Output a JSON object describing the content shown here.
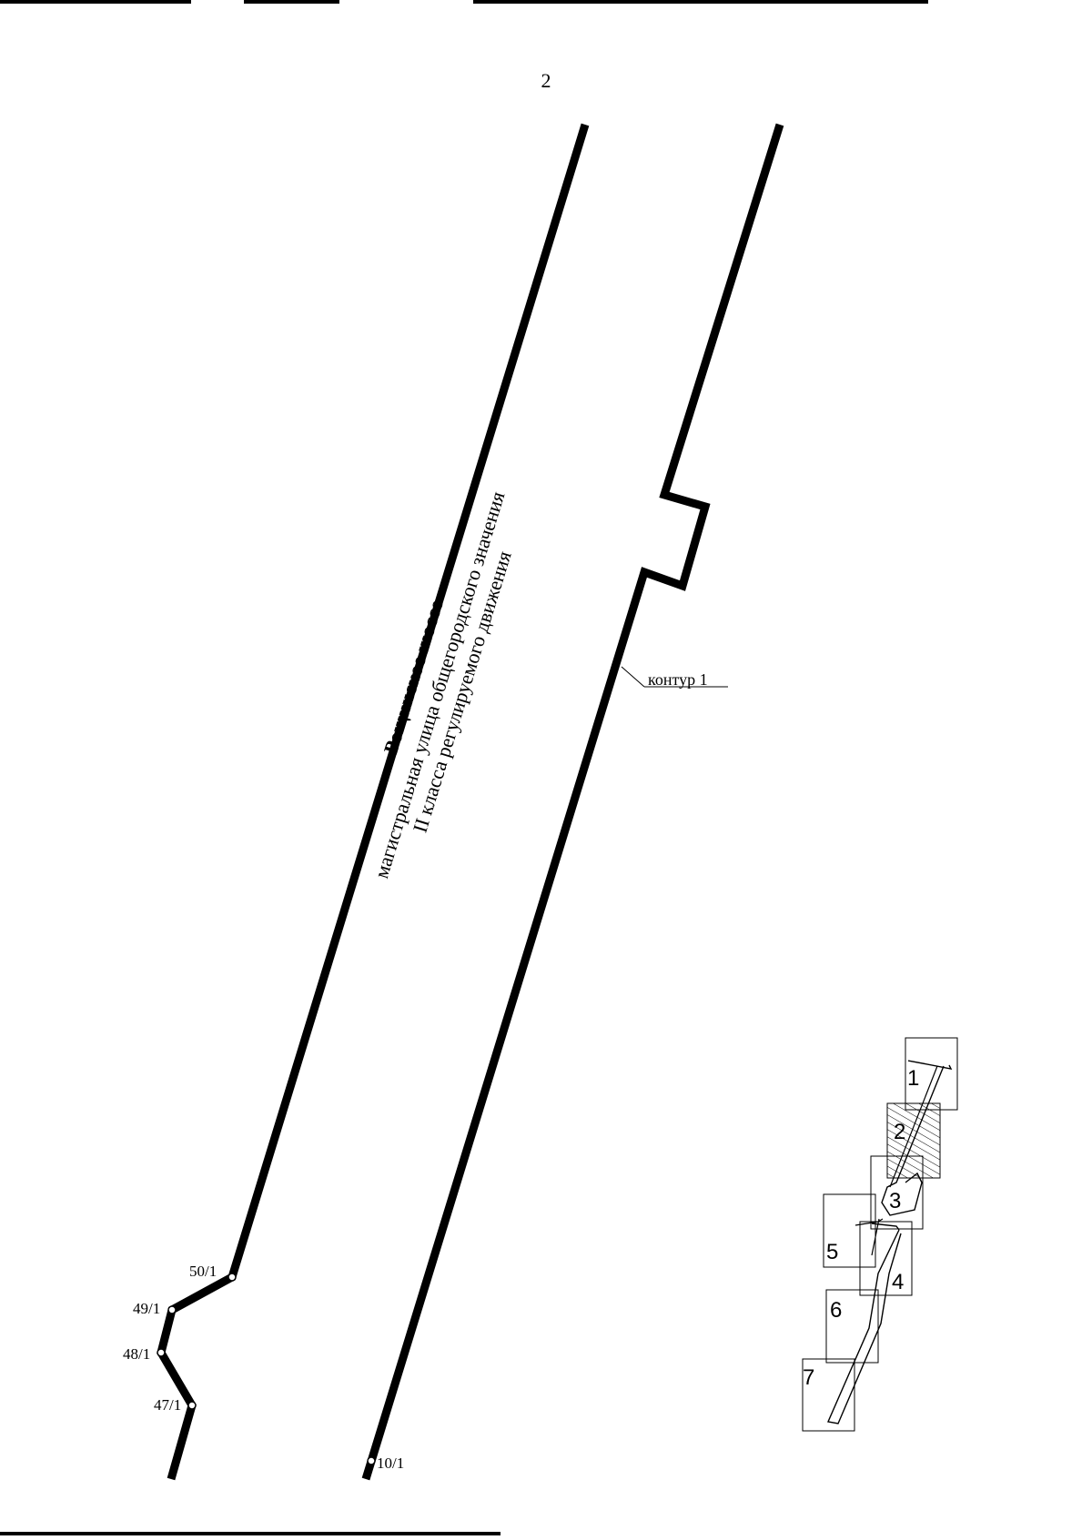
{
  "page": {
    "number": "2"
  },
  "street": {
    "name": "Рощинское шоссе",
    "description_line1": "магистральная  улица общегородского значения",
    "description_line2": "II класса регулируемого движения"
  },
  "contour_label": "контур 1",
  "points": [
    {
      "id": "50/1"
    },
    {
      "id": "49/1"
    },
    {
      "id": "48/1"
    },
    {
      "id": "47/1"
    },
    {
      "id": "10/1"
    }
  ],
  "index_map": {
    "sheets": [
      "1",
      "2",
      "3",
      "4",
      "5",
      "6",
      "7"
    ],
    "current_sheet": "2"
  },
  "colors": {
    "line": "#000000",
    "background": "#ffffff"
  }
}
